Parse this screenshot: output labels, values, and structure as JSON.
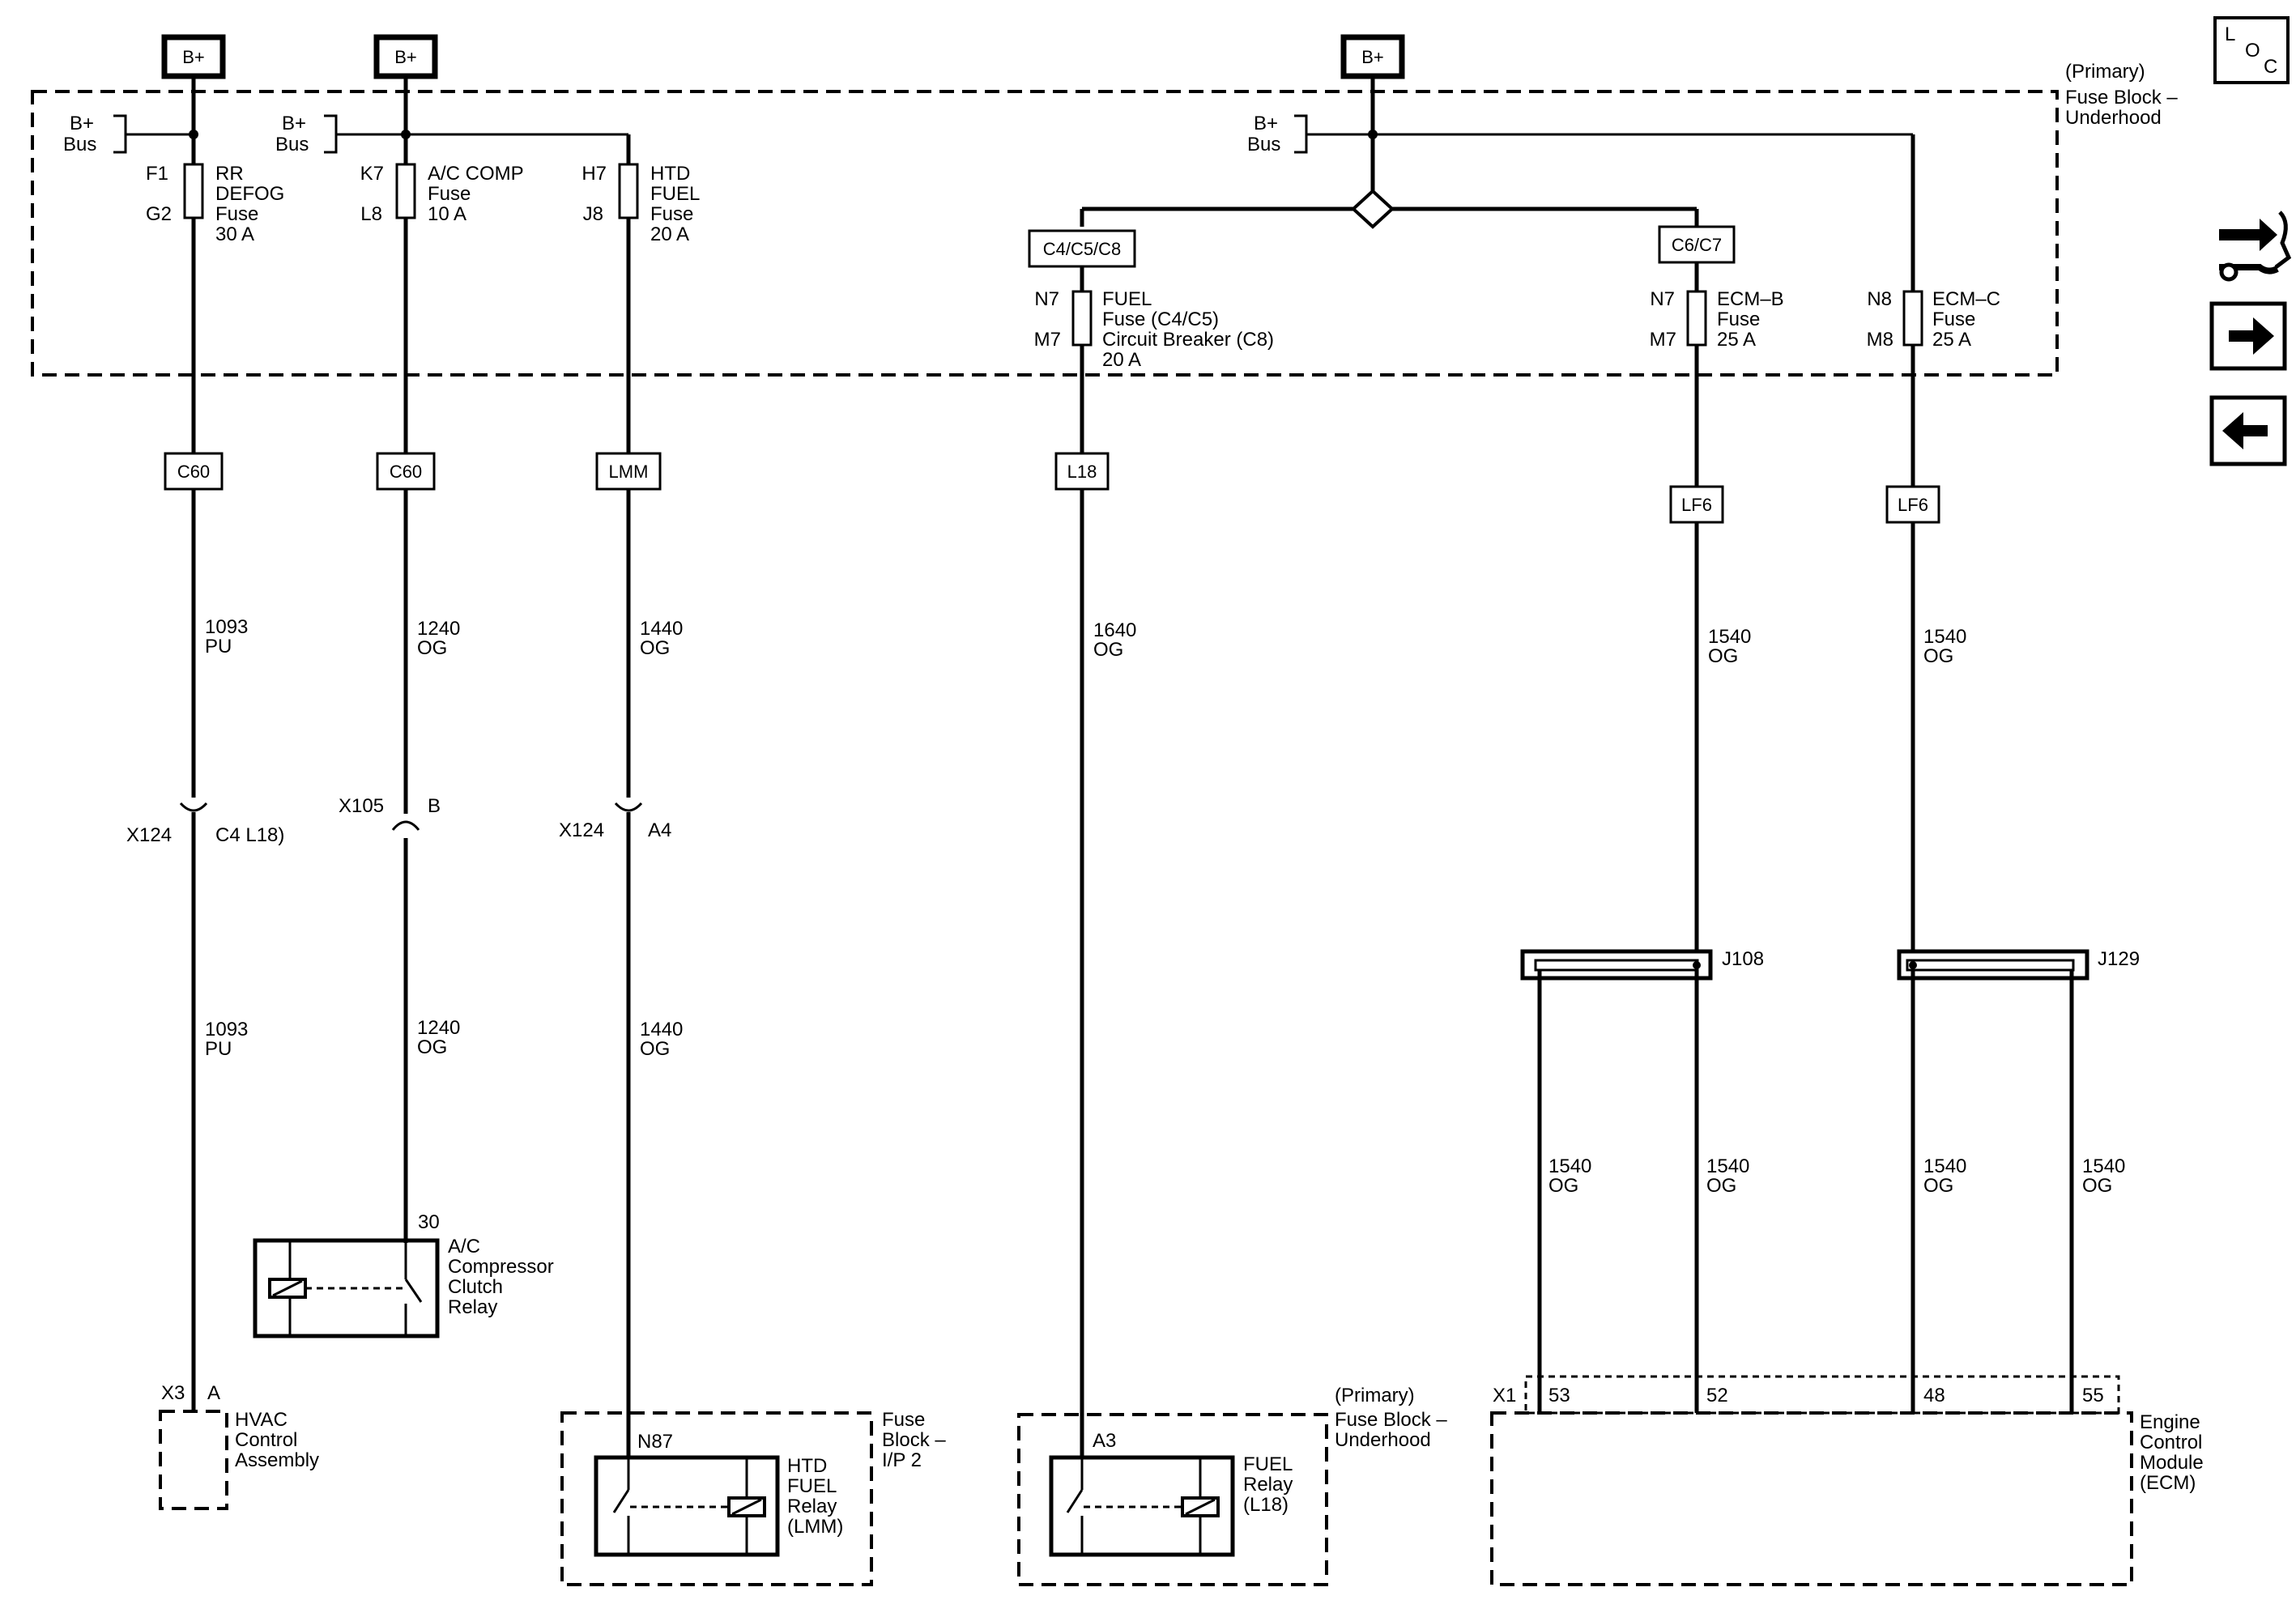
{
  "power_sources": {
    "b_plus": "B+",
    "b_plus_bus": [
      "B+",
      "Bus"
    ]
  },
  "fuse_block_underhood": {
    "label": [
      "(Primary)",
      "Fuse Block –",
      "Underhood"
    ]
  },
  "fuses": {
    "f1": {
      "top": "F1",
      "bottom": "G2",
      "desc": [
        "RR",
        "DEFOG",
        "Fuse",
        "30 A"
      ]
    },
    "k7": {
      "top": "K7",
      "bottom": "L8",
      "desc": [
        "A/C COMP",
        "Fuse",
        "10 A"
      ]
    },
    "h7": {
      "top": "H7",
      "bottom": "J8",
      "desc": [
        "HTD",
        "FUEL",
        "Fuse",
        "20 A"
      ]
    },
    "n7_fuel": {
      "top": "N7",
      "bottom": "M7",
      "desc": [
        "FUEL",
        "Fuse (C4/C5)",
        "Circuit Breaker (C8)",
        "20 A"
      ]
    },
    "n7_ecmb": {
      "top": "N7",
      "bottom": "M7",
      "desc": [
        "ECM–B",
        "Fuse",
        "25 A"
      ]
    },
    "n8_ecmc": {
      "top": "N8",
      "bottom": "M8",
      "desc": [
        "ECM–C",
        "Fuse",
        "25 A"
      ]
    }
  },
  "option_tags": {
    "c4c5c8": "C4/C5/C8",
    "c6c7": "C6/C7",
    "col1": "C60",
    "col2": "C60",
    "col3": "LMM",
    "col4": "L18",
    "col5": "LF6",
    "col6": "LF6"
  },
  "circuits": {
    "c1_upper": [
      "1093",
      "PU"
    ],
    "c1_lower": [
      "1093",
      "PU"
    ],
    "c2_upper": [
      "1240",
      "OG"
    ],
    "c2_lower": [
      "1240",
      "OG"
    ],
    "c3_upper": [
      "1440",
      "OG"
    ],
    "c3_lower": [
      "1440",
      "OG"
    ],
    "c4": [
      "1640",
      "OG"
    ],
    "c5": [
      "1540",
      "OG"
    ],
    "c6": [
      "1540",
      "OG"
    ],
    "ecm_w1": [
      "1540",
      "OG"
    ],
    "ecm_w2": [
      "1540",
      "OG"
    ],
    "ecm_w3": [
      "1540",
      "OG"
    ],
    "ecm_w4": [
      "1540",
      "OG"
    ]
  },
  "connectors": {
    "x124_a": {
      "name": "X124",
      "pin": "C4 L18)"
    },
    "x105": {
      "name": "X105",
      "pin": "B"
    },
    "x124_b": {
      "name": "X124",
      "pin": "A4"
    },
    "j108": "J108",
    "j129": "J129"
  },
  "components": {
    "hvac": {
      "conn": "X3",
      "pin": "A",
      "label": [
        "HVAC",
        "Control",
        "Assembly"
      ]
    },
    "ac_relay": {
      "pin": "30",
      "label": [
        "A/C",
        "Compressor",
        "Clutch",
        "Relay"
      ]
    },
    "htd_fuel_relay": {
      "pin": "N87",
      "label": [
        "HTD",
        "FUEL",
        "Relay",
        "(LMM)"
      ]
    },
    "fuse_block_ip2": [
      "Fuse",
      "Block –",
      "I/P 2"
    ],
    "fuel_relay": {
      "pin": "A3",
      "label": [
        "FUEL",
        "Relay",
        "(L18)"
      ]
    },
    "fuse_block_underhood_bottom": [
      "(Primary)",
      "Fuse Block –",
      "Underhood"
    ],
    "ecm": {
      "conn": "X1",
      "pins": [
        "53",
        "52",
        "48",
        "55"
      ],
      "label": [
        "Engine",
        "Control",
        "Module",
        "(ECM)"
      ]
    }
  },
  "nav": {
    "loc_letters": [
      "L",
      "O",
      "C"
    ],
    "icons": [
      "connector-end-view-icon",
      "forward-arrow-icon",
      "back-arrow-icon"
    ]
  }
}
